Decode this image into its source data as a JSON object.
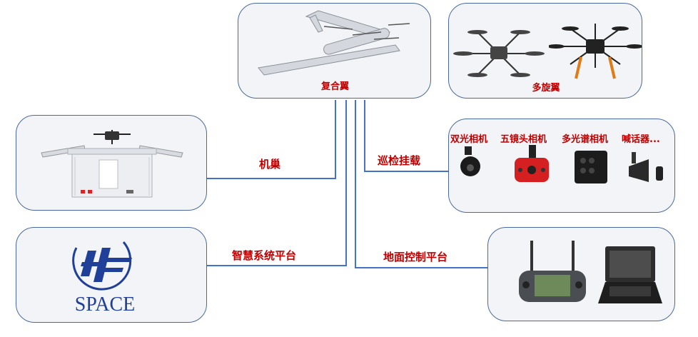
{
  "nodes": {
    "vtol": {
      "label": "复合翼"
    },
    "multirotor": {
      "label": "多旋翼"
    },
    "hangar": {
      "label": "机巢"
    },
    "smart_platform": {
      "label": "智慧系统平台",
      "logo_text": "SPACE"
    },
    "payload": {
      "label": "巡检挂载",
      "items": [
        "双光相机",
        "五镜头相机",
        "多光谱相机",
        "喊话器..."
      ]
    },
    "ground_control": {
      "label": "地面控制平台"
    }
  },
  "colors": {
    "line": "#4472c4",
    "label": "#c00000",
    "box_border": "#4a6a9a",
    "box_bg": "#f2f4f7",
    "logo": "#1f3f99"
  },
  "icons": [
    "vtol-drone",
    "hexacopter-drone",
    "octocopter-drone",
    "hangar-station",
    "hf-logo",
    "dual-light-camera",
    "five-lens-camera",
    "multispectral-camera",
    "speaker-device",
    "remote-controller",
    "rugged-laptop"
  ]
}
